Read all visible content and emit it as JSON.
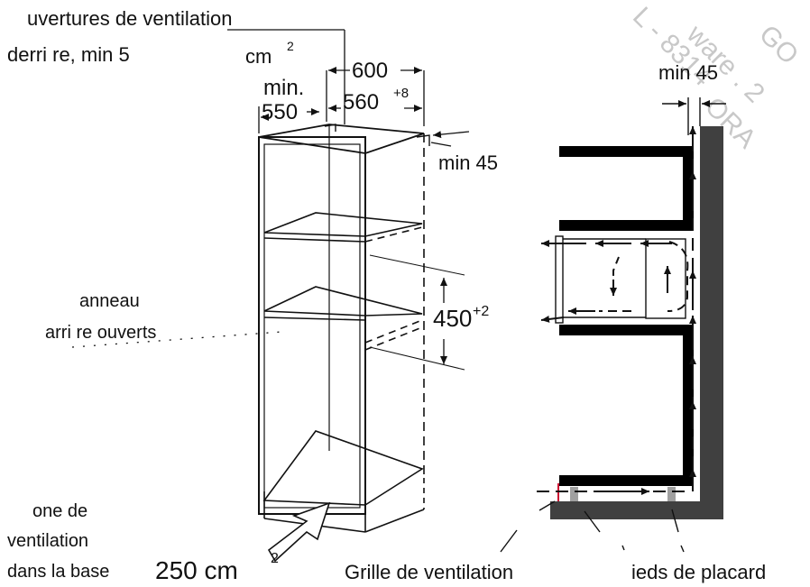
{
  "labels": {
    "vent_top_l1": "uvertures de ventilation",
    "vent_top_l2": "derri  re, min   5",
    "vent_top_unit": "cm",
    "vent_top_sup": "2",
    "min550_l1": "min.",
    "min550_l2": "550",
    "dim600": "600",
    "dim560": "560",
    "dim560_sup": "+8",
    "min45_left": "min 45",
    "min45_right": "min 45",
    "dim450": "450",
    "dim450_sup": "+2",
    "panel_l1": "anneau",
    "panel_l2": "arri  re ouverts",
    "base_l1": "one de",
    "base_l2": "ventilation",
    "base_l3": "dans la base",
    "base_value": "250 cm",
    "base_sup": "2",
    "grille": "Grille de ventilation",
    "feet": "ieds de placard"
  },
  "watermark": {
    "line1": "GO",
    "line2": "ware . 2",
    "line3": "L - 8314",
    "line4": "ORA"
  },
  "colors": {
    "ink": "#111111",
    "wall": "#404040",
    "shelf": "#000000",
    "foot": "#a0a0a0",
    "watermark": "#c8c8c8",
    "grille_mark": "#cc1133"
  }
}
